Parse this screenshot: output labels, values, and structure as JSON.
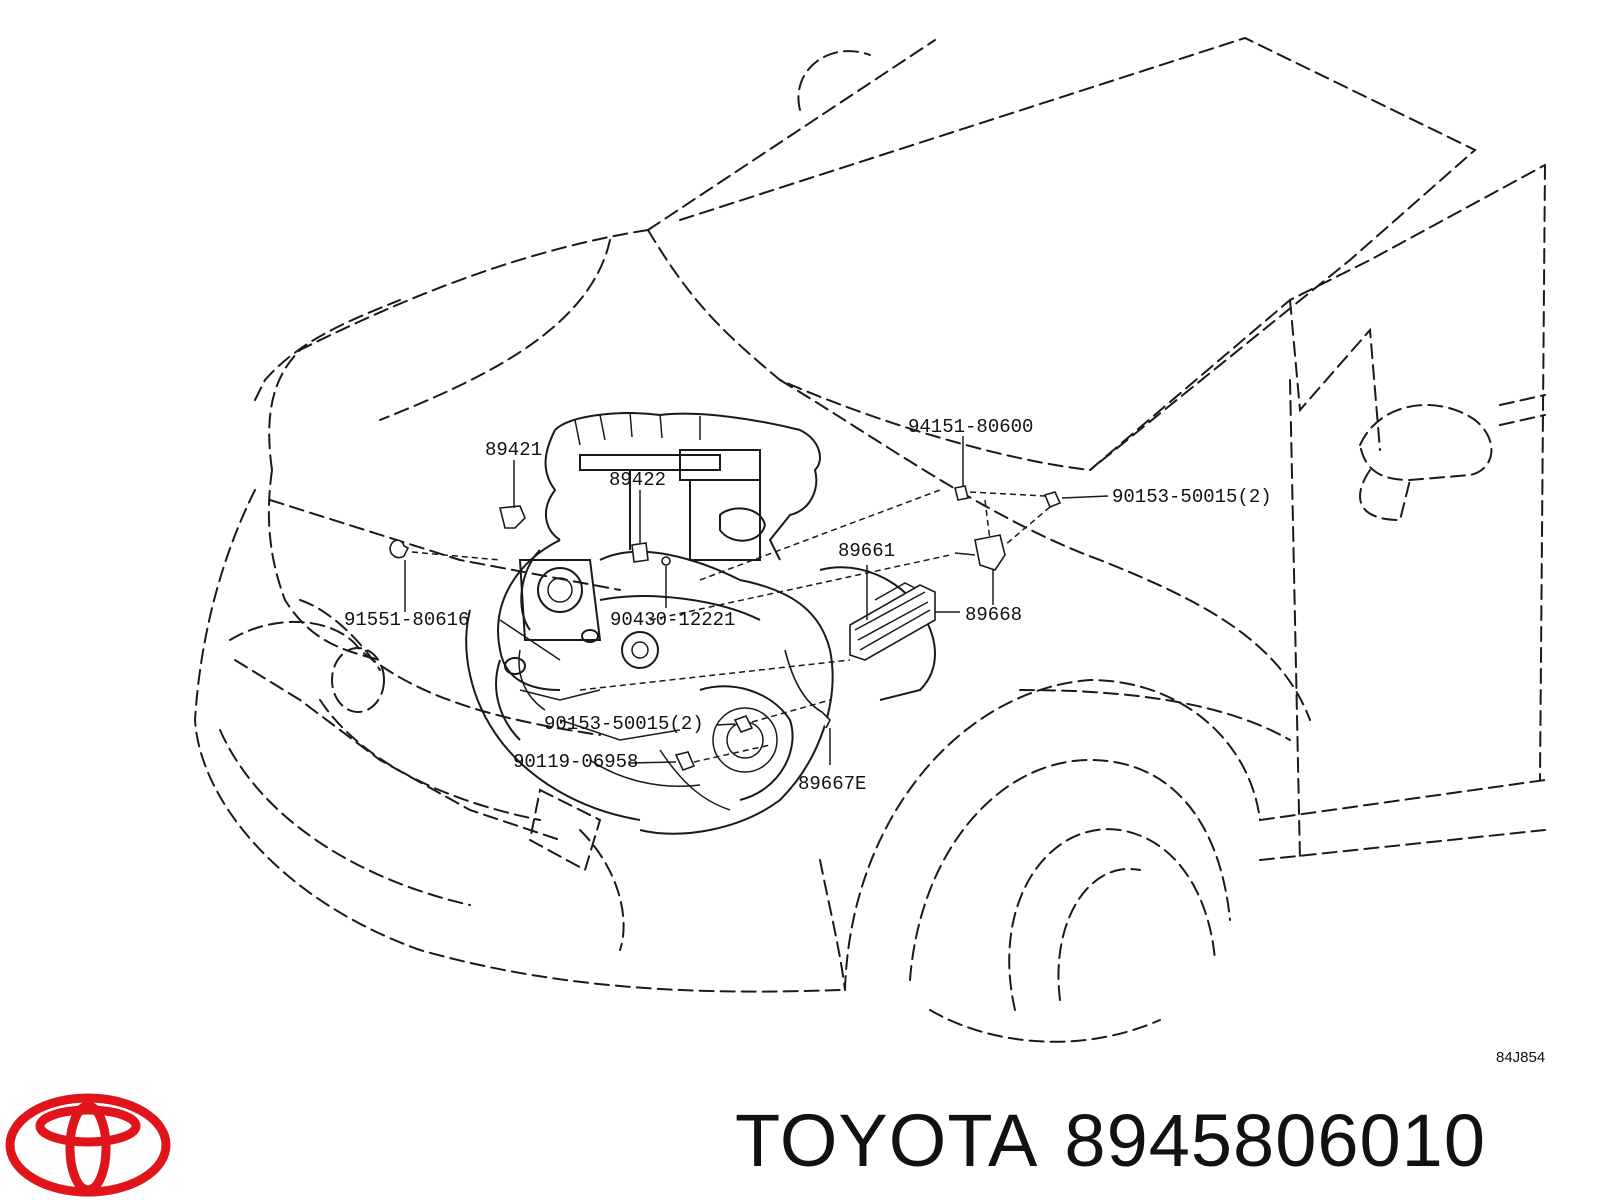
{
  "diagram": {
    "callouts": {
      "p89421": "89421",
      "p89422": "89422",
      "p94151": "94151-80600",
      "p90153a": "90153-50015(2)",
      "p89661": "89661",
      "p91551": "91551-80616",
      "p90430": "90430-12221",
      "p89668": "89668",
      "p90153b": "90153-50015(2)",
      "p90119": "90119-06958",
      "p89667": "89667E"
    },
    "figure_code": "84J854"
  },
  "brand": {
    "name": "TOYOTA",
    "part_number": "8945806010",
    "logo_color": "#e0141b",
    "logo_icon": "toyota-emblem-icon"
  }
}
